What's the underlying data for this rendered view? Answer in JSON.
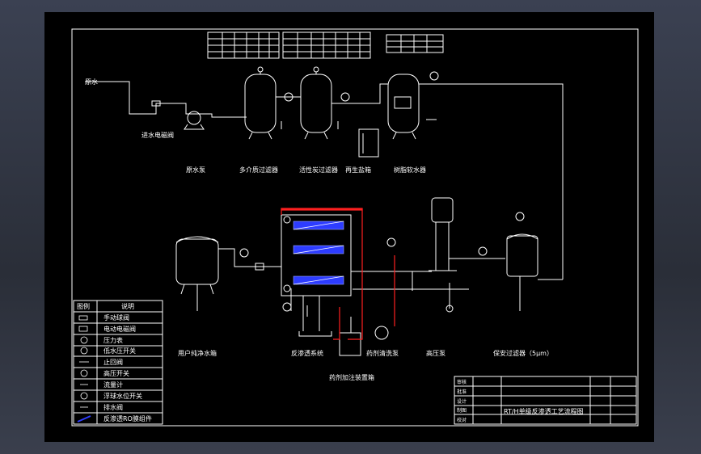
{
  "labels": {
    "inlet": "原水",
    "inlet_valve": "进水电磁阀",
    "raw_pump": "原水泵",
    "multi_filter": "多介质过滤器",
    "carbon_filter": "活性炭过滤器",
    "salt_tank": "再生盐箱",
    "softener": "树脂软水器",
    "pure_tank": "用户纯净水箱",
    "ro_system": "反渗透系统",
    "chem_pump": "药剂清洗泵",
    "hp_pump": "高压泵",
    "security_filter": "保安过滤器（5μm）",
    "dosing": "药剂加注装置箱"
  },
  "legend": {
    "col_symbol": "图例",
    "col_desc": "说明",
    "items": [
      "手动球阀",
      "电动电磁阀",
      "压力表",
      "低水压开关",
      "止回阀",
      "高压开关",
      "流量计",
      "浮球水位开关",
      "排水阀",
      "反渗透RO膜组件"
    ]
  },
  "title_block": {
    "title": "RT/H单级反渗透工艺流程图",
    "rows": [
      "审核",
      "批准",
      "设计",
      "制图",
      "校对"
    ]
  },
  "colors": {
    "background": "#000000",
    "line": "#ffffff",
    "ro_frame": "#ff2020",
    "membrane": "#2d3cff",
    "toolbar": "#3b4152"
  }
}
